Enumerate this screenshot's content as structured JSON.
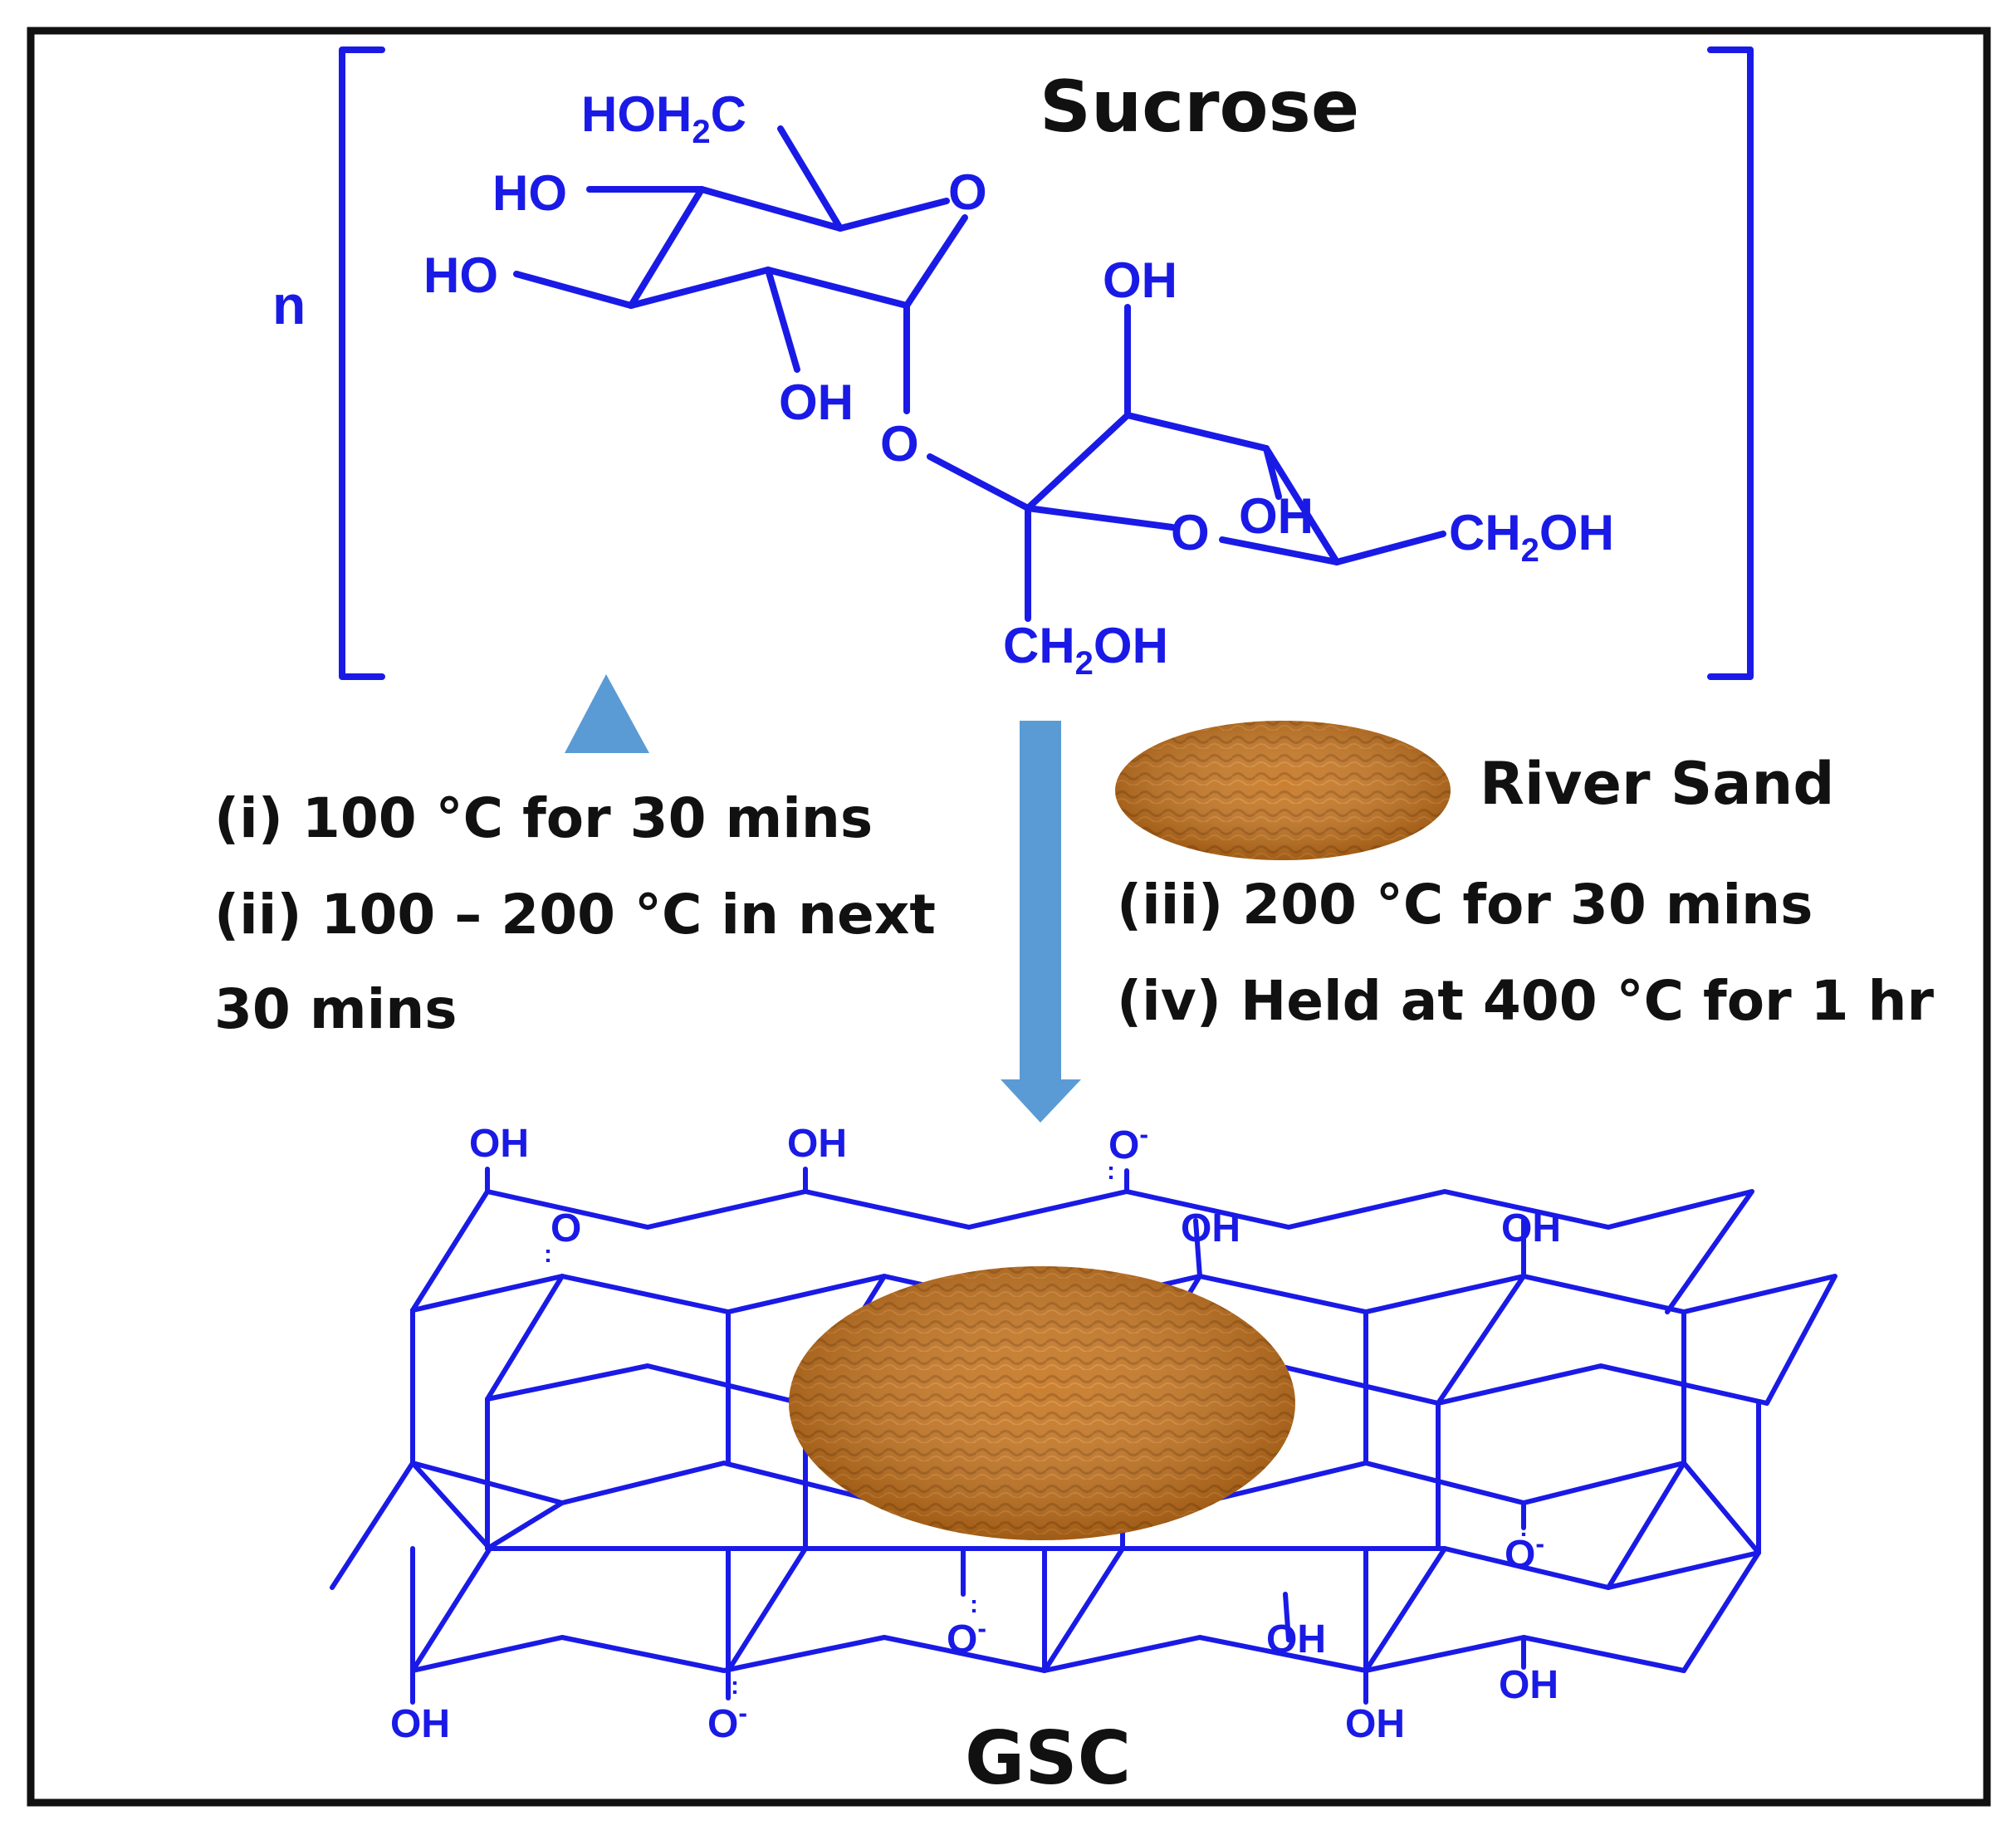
{
  "colors": {
    "structure": "#1a1ae6",
    "arrow": "#5b9bd5",
    "sand": "#c8771e",
    "text": "#111111",
    "frame": "#111111"
  },
  "sucrose": {
    "title": "Sucrose",
    "repeat": "n",
    "labels": {
      "hoh2c": "HOH",
      "hoh2c_sub": "2",
      "hoh2c_end": "C",
      "ho_top": "HO",
      "ho_mid": "HO",
      "ring_o1": "O",
      "oh_bottom": "OH",
      "glyco_o": "O",
      "oh_fru_top": "OH",
      "ring_o2": "O",
      "oh_fru_mid": "OH",
      "ch2oh_right": "CH",
      "ch2oh_right_sub": "2",
      "ch2oh_right_end": "OH",
      "ch2oh_bottom": "CH",
      "ch2oh_bottom_sub": "2",
      "ch2oh_bottom_end": "OH"
    }
  },
  "steps_left": [
    "(i) 100 °C for 30 mins",
    "(ii) 100 – 200 °C  in next",
    "30 mins"
  ],
  "steps_right": [
    "(iii) 200 °C for 30 mins",
    "(iv) Held at 400 °C for 1 hr"
  ],
  "sand_label": "River Sand",
  "product": {
    "name": "GSC",
    "groups": {
      "top_oh_1": "OH",
      "top_oh_2": "OH",
      "top_o_minus": "O",
      "top_o_minus_charge": "-",
      "o_lone": "O",
      "oh_mid_1": "OH",
      "oh_mid_2": "OH",
      "o_minus_right": "O",
      "o_minus_right_charge": "-",
      "o_minus_center": "O",
      "o_minus_center_charge": "-",
      "oh_low_1": "OH",
      "oh_low_2": "OH",
      "bot_oh_1": "OH",
      "bot_o_minus": "O",
      "bot_o_minus_charge": "-",
      "bot_oh_2": "OH"
    }
  }
}
